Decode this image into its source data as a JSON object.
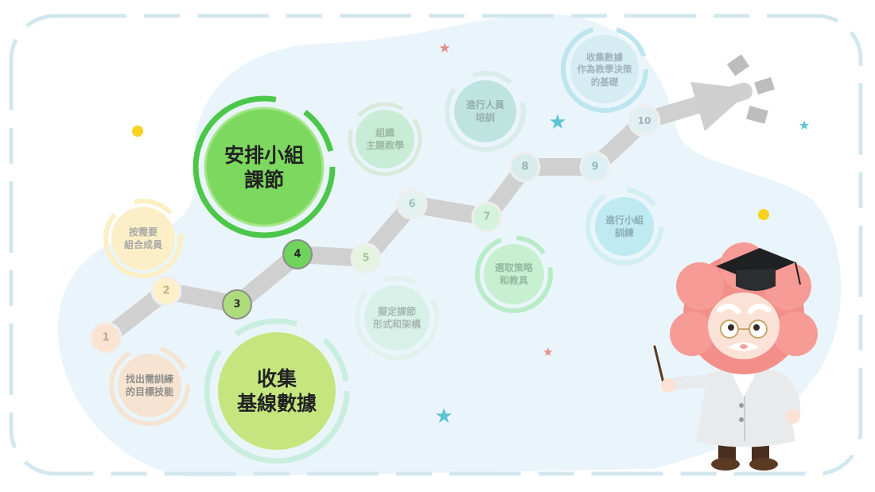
{
  "steps": [
    {
      "n": "1"
    },
    {
      "n": "2"
    },
    {
      "n": "3"
    },
    {
      "n": "4"
    },
    {
      "n": "5"
    },
    {
      "n": "6"
    },
    {
      "n": "7"
    },
    {
      "n": "8"
    },
    {
      "n": "9"
    },
    {
      "n": "10"
    }
  ],
  "labels": {
    "find_skills": [
      "找出需訓練",
      "的目標技能"
    ],
    "group_members": [
      "按需要",
      "組合成員"
    ],
    "baseline": [
      "收集",
      "基線數據"
    ],
    "schedule": [
      "安排小組",
      "課節"
    ],
    "theme": [
      "組織",
      "主題教學"
    ],
    "format": [
      "擬定課節",
      "形式和架構"
    ],
    "training": [
      "進行人員",
      "培訓"
    ],
    "strategy": [
      "選取策略",
      "和教具"
    ],
    "run_group": [
      "進行小組",
      "訓練"
    ],
    "decision": [
      "收集數據",
      "作為教學決策",
      "的基礎"
    ]
  },
  "colors": {
    "frame": "#d3e7ee",
    "background_blob": "#eaf5fb",
    "path": "#d0d0d0",
    "arrow": "#cfcfcf",
    "highlight_green": "#7dd85f",
    "highlight_ring": "#4cc74a",
    "baseline_green": "#c5e67f",
    "baseline_ring": "#b9e6dc",
    "star_teal": "#5ec4d6",
    "star_pink": "#e98b86",
    "dot_yellow": "#f7d21e"
  }
}
